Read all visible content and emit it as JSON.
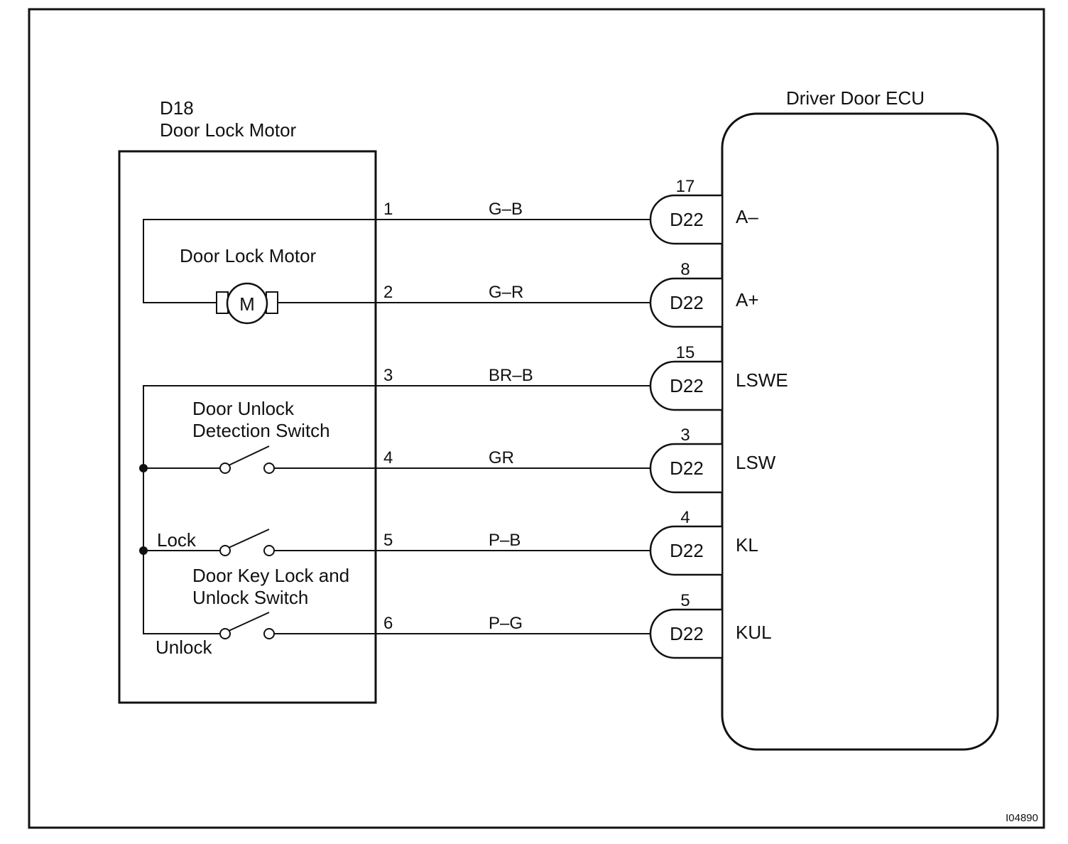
{
  "figure_id": "I04890",
  "motor_block": {
    "code": "D18",
    "name": "Door Lock Motor",
    "motor_label": "Door Lock Motor",
    "motor_symbol": "M",
    "unlock_detect_switch": [
      "Door Unlock",
      "Detection Switch"
    ],
    "key_switch": [
      "Door Key Lock and",
      "Unlock Switch"
    ],
    "lock_label": "Lock",
    "unlock_label": "Unlock"
  },
  "ecu": {
    "name": "Driver Door ECU"
  },
  "wires": [
    {
      "pin": "1",
      "color": "G–B",
      "ecu_pin": "17",
      "connector": "D22",
      "terminal": "A–"
    },
    {
      "pin": "2",
      "color": "G–R",
      "ecu_pin": "8",
      "connector": "D22",
      "terminal": "A+"
    },
    {
      "pin": "3",
      "color": "BR–B",
      "ecu_pin": "15",
      "connector": "D22",
      "terminal": "LSWE"
    },
    {
      "pin": "4",
      "color": "GR",
      "ecu_pin": "3",
      "connector": "D22",
      "terminal": "LSW"
    },
    {
      "pin": "5",
      "color": "P–B",
      "ecu_pin": "4",
      "connector": "D22",
      "terminal": "KL"
    },
    {
      "pin": "6",
      "color": "P–G",
      "ecu_pin": "5",
      "connector": "D22",
      "terminal": "KUL"
    }
  ]
}
